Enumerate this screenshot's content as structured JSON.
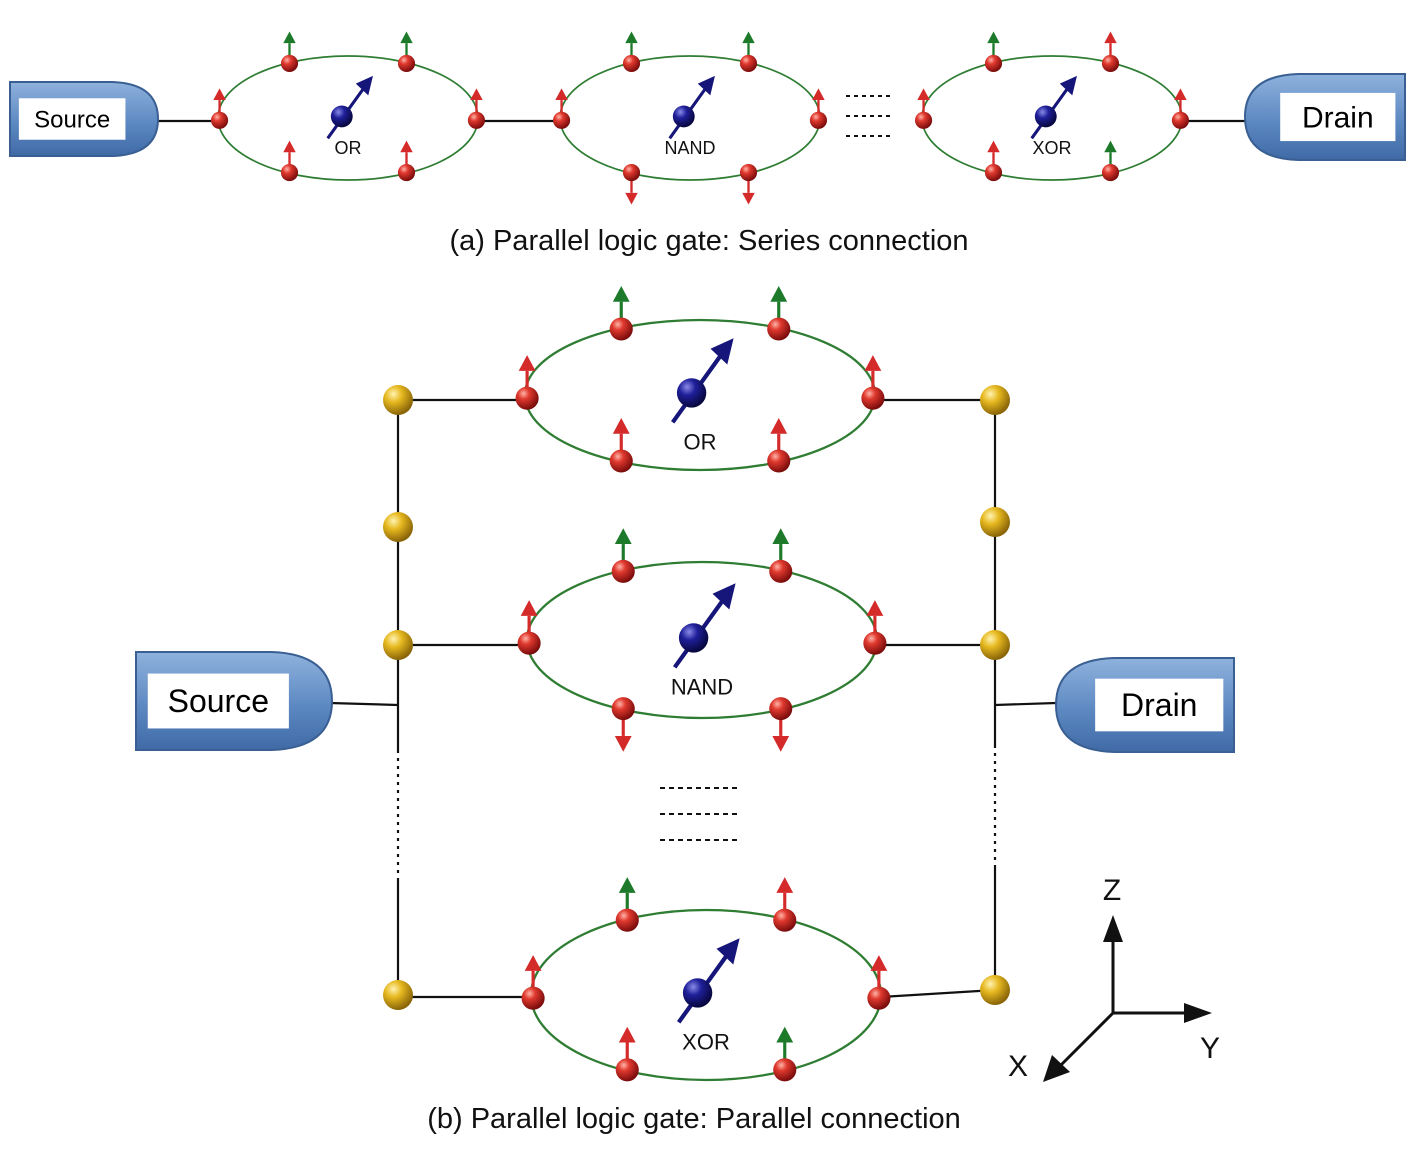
{
  "colors": {
    "ring": "#2e7d32",
    "spin_up_red": "#d42a2a",
    "spin_up_green": "#1d7a2a",
    "atom_red": "#cc1f1f",
    "atom_gold": "#e2b21a",
    "atom_blue": "#15157a",
    "box_blue": "#5d89c2",
    "wire": "#111111"
  },
  "panel_a": {
    "caption": "(a) Parallel logic gate: Series connection",
    "source_label": "Source",
    "drain_label": "Drain",
    "gates": [
      {
        "label": "OR",
        "spins": [
          "green-up",
          "green-up",
          "red-up",
          "red-up",
          "red-up",
          "red-up"
        ]
      },
      {
        "label": "NAND",
        "spins": [
          "green-up",
          "green-up",
          "red-up",
          "red-up",
          "red-down",
          "red-down"
        ]
      },
      {
        "label": "XOR",
        "spins": [
          "green-up",
          "red-up",
          "red-up",
          "red-up",
          "red-up",
          "green-up"
        ]
      }
    ]
  },
  "panel_b": {
    "caption": "(b) Parallel logic gate: Parallel connection",
    "source_label": "Source",
    "drain_label": "Drain",
    "gates": [
      {
        "label": "OR",
        "spins": [
          "green-up",
          "green-up",
          "red-up",
          "red-up",
          "red-up",
          "red-up"
        ]
      },
      {
        "label": "NAND",
        "spins": [
          "green-up",
          "green-up",
          "red-up",
          "red-up",
          "red-down",
          "red-down"
        ]
      },
      {
        "label": "XOR",
        "spins": [
          "green-up",
          "red-up",
          "red-up",
          "red-up",
          "red-up",
          "green-up"
        ]
      }
    ]
  },
  "axes": {
    "z": "Z",
    "y": "Y",
    "x": "X"
  }
}
